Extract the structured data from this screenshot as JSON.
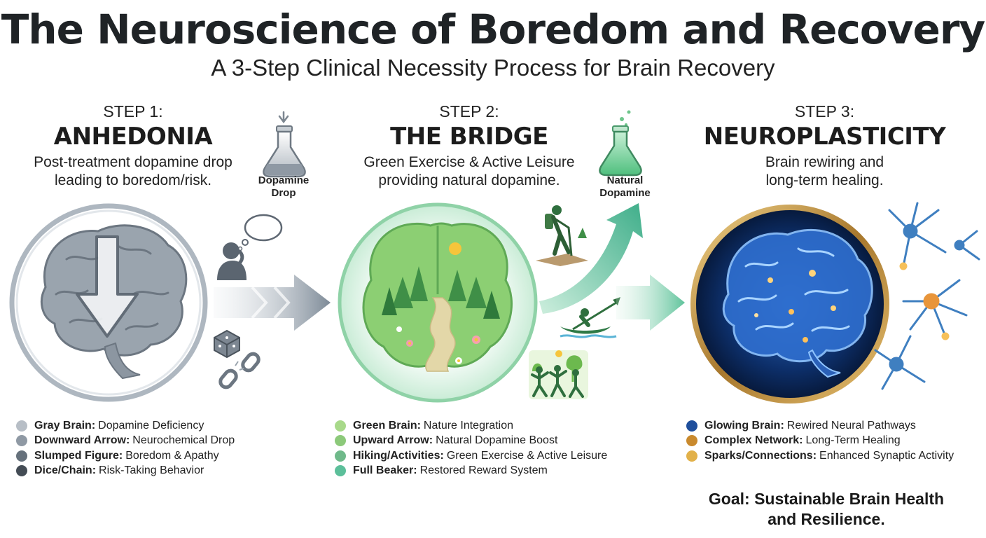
{
  "title": "The Neuroscience of Boredom and Recovery",
  "subtitle": "A 3-Step Clinical Necessity Process for Brain Recovery",
  "steps": [
    {
      "label": "STEP 1:",
      "name": "ANHEDONIA",
      "description_line1": "Post-treatment dopamine drop",
      "description_line2": "leading to boredom/risk.",
      "icon_caption_line1": "Dopamine",
      "icon_caption_line2": "Drop",
      "legend": [
        {
          "key": "Gray Brain:",
          "value": "Dopamine Deficiency",
          "color": "#b7bec6"
        },
        {
          "key": "Downward Arrow:",
          "value": "Neurochemical Drop",
          "color": "#8f99a4"
        },
        {
          "key": "Slumped Figure:",
          "value": "Boredom & Apathy",
          "color": "#66717c"
        },
        {
          "key": "Dice/Chain:",
          "value": "Risk-Taking Behavior",
          "color": "#444c55"
        }
      ]
    },
    {
      "label": "STEP 2:",
      "name": "THE BRIDGE",
      "description_line1": "Green Exercise & Active Leisure",
      "description_line2": "providing natural dopamine.",
      "icon_caption_line1": "Natural",
      "icon_caption_line2": "Dopamine",
      "legend": [
        {
          "key": "Green Brain:",
          "value": "Nature Integration",
          "color": "#a8d98a"
        },
        {
          "key": "Upward Arrow:",
          "value": "Natural Dopamine Boost",
          "color": "#8cc97a"
        },
        {
          "key": "Hiking/Activities:",
          "value": "Green Exercise & Active Leisure",
          "color": "#6fb98a"
        },
        {
          "key": "Full Beaker:",
          "value": "Restored Reward System",
          "color": "#5cbf9a"
        }
      ]
    },
    {
      "label": "STEP 3:",
      "name": "NEUROPLASTICITY",
      "description_line1": "Brain rewiring and",
      "description_line2": "long-term healing.",
      "legend": [
        {
          "key": "Glowing Brain:",
          "value": "Rewired Neural Pathways",
          "color": "#1f4f9c"
        },
        {
          "key": "Complex Network:",
          "value": "Long-Term Healing",
          "color": "#c98a2e"
        },
        {
          "key": "Sparks/Connections:",
          "value": "Enhanced Synaptic Activity",
          "color": "#e2b14a"
        }
      ]
    }
  ],
  "goal_line1": "Goal: Sustainable Brain Health",
  "goal_line2": "and Resilience.",
  "icons": [
    "gray-brain-icon",
    "dopamine-beaker-icon",
    "thought-bubble-icon",
    "slumped-figure-icon",
    "dice-icon",
    "broken-chain-icon",
    "nature-brain-icon",
    "natural-dopamine-beaker-icon",
    "hiker-icon",
    "kayak-icon",
    "group-activity-icon",
    "upward-arrow-icon",
    "glowing-brain-icon",
    "neuron-network-icon"
  ]
}
